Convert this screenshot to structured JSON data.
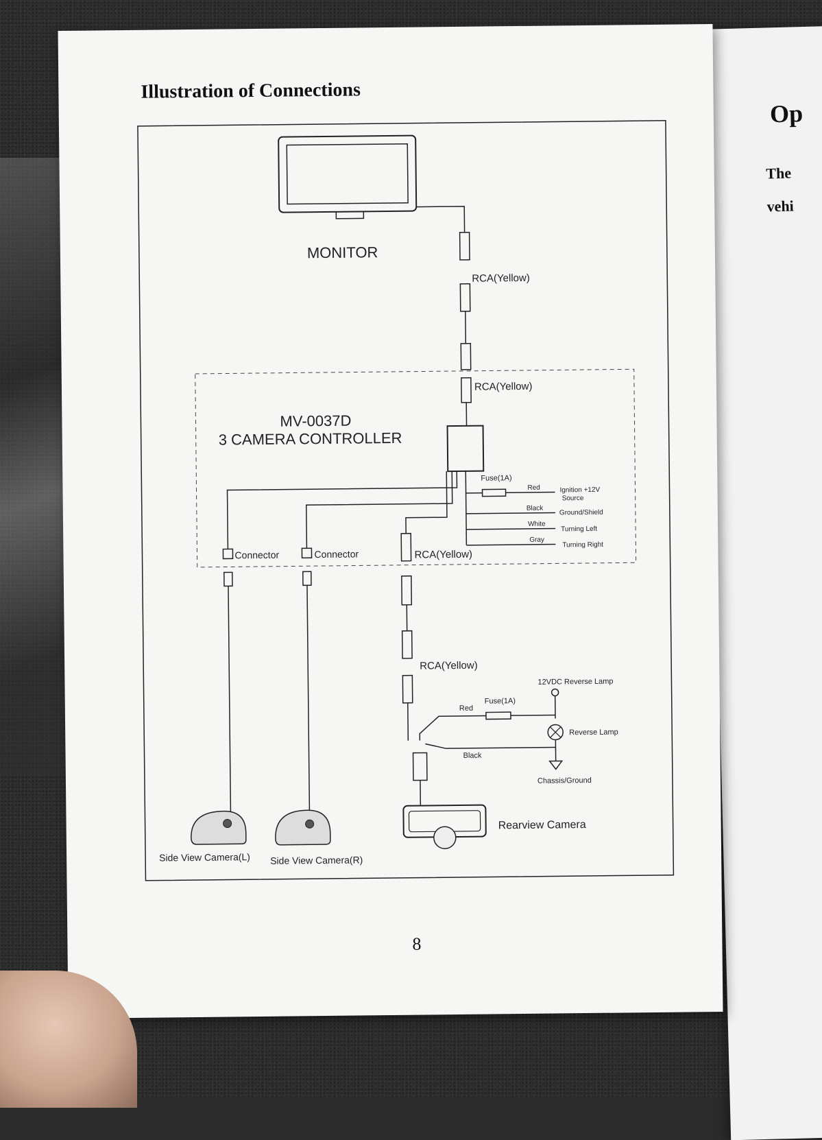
{
  "page": {
    "title": "Illustration of Connections",
    "page_number": "8"
  },
  "next_page": {
    "heading": "Op",
    "line1": "The",
    "line2": "vehi"
  },
  "diagram": {
    "monitor_label": "MONITOR",
    "rca_yellow_1": "RCA(Yellow)",
    "rca_yellow_2": "RCA(Yellow)",
    "controller_model": "MV-0037D",
    "controller_name": "3 CAMERA CONTROLLER",
    "fuse_1": "Fuse(1A)",
    "wire_red": "Red",
    "wire_black": "Black",
    "wire_white": "White",
    "wire_gray": "Gray",
    "ignition": "Ignition +12V",
    "ignition_source": "Source",
    "ground_shield": "Ground/Shield",
    "turning_left": "Turning Left",
    "turning_right": "Turning Right",
    "connector_1": "Connector",
    "connector_2": "Connector",
    "rca_yellow_3": "RCA(Yellow)",
    "rca_yellow_4": "RCA(Yellow)",
    "reverse_lamp_12v": "12VDC Reverse Lamp",
    "fuse_2": "Fuse(1A)",
    "wire_red_2": "Red",
    "reverse_lamp": "Reverse Lamp",
    "wire_black_2": "Black",
    "chassis_ground": "Chassis/Ground",
    "side_camera_left": "Side View Camera(L)",
    "side_camera_right": "Side View Camera(R)",
    "rearview_camera": "Rearview Camera"
  }
}
